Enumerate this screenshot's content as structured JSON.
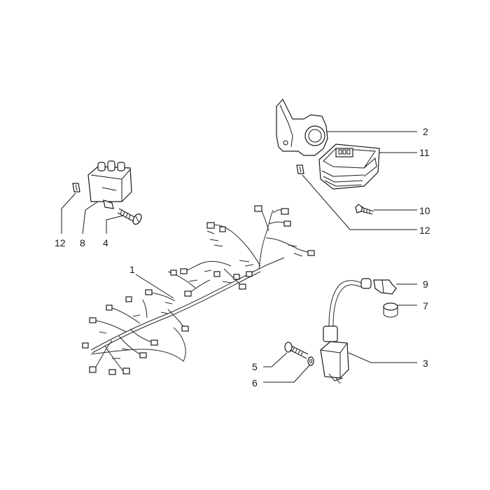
{
  "callouts": [
    {
      "id": "1",
      "label": "1"
    },
    {
      "id": "2",
      "label": "2"
    },
    {
      "id": "3",
      "label": "3"
    },
    {
      "id": "4",
      "label": "4"
    },
    {
      "id": "5",
      "label": "5"
    },
    {
      "id": "6",
      "label": "6"
    },
    {
      "id": "7",
      "label": "7"
    },
    {
      "id": "8",
      "label": "8"
    },
    {
      "id": "9",
      "label": "9"
    },
    {
      "id": "10",
      "label": "10"
    },
    {
      "id": "11",
      "label": "11"
    },
    {
      "id": "12a",
      "label": "12"
    },
    {
      "id": "12b",
      "label": "12"
    }
  ]
}
